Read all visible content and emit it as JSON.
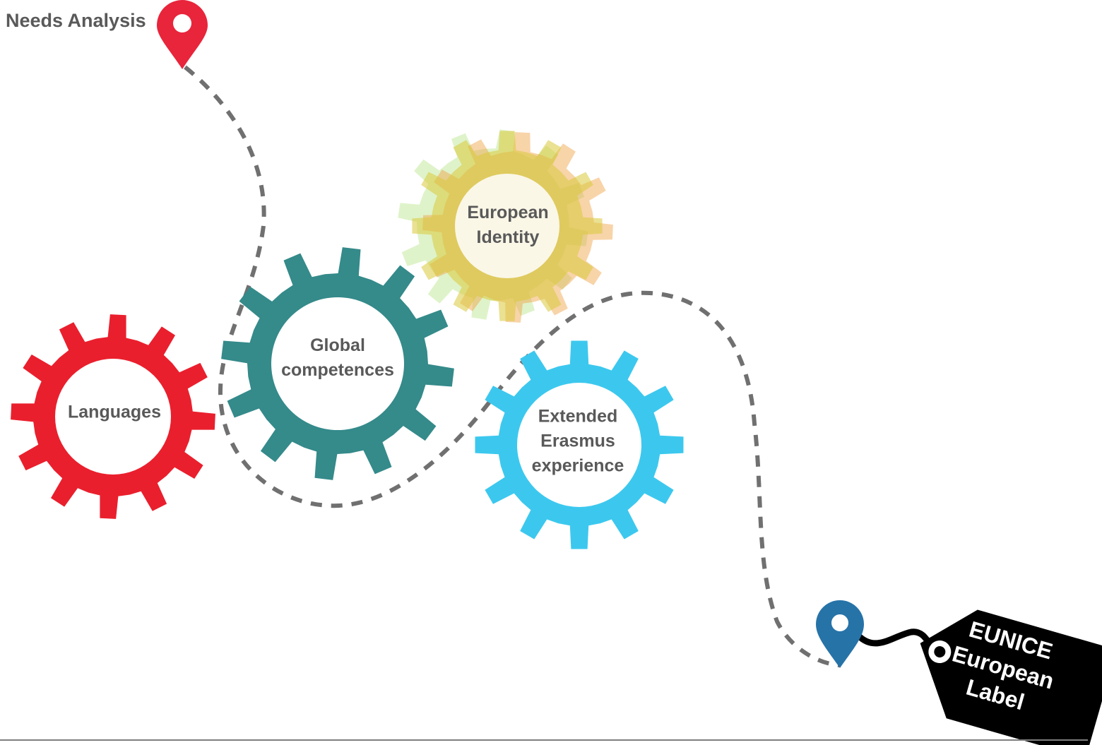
{
  "start_marker": {
    "label": "Needs Analysis",
    "color": "#e8253b",
    "icon": "map-pin-icon"
  },
  "end_marker": {
    "color": "#2673a8",
    "icon": "map-pin-icon"
  },
  "gears": [
    {
      "id": "languages",
      "lines": [
        "Languages"
      ],
      "color": "#ea1f2d"
    },
    {
      "id": "global-competences",
      "lines": [
        "Global",
        "competences"
      ],
      "color": "#358a8a"
    },
    {
      "id": "european-identity",
      "lines": [
        "European",
        "Identity"
      ],
      "color": "#d9c83a"
    },
    {
      "id": "extended-erasmus",
      "lines": [
        "Extended",
        "Erasmus",
        "experience"
      ],
      "color": "#3cc8ee"
    }
  ],
  "tag": {
    "lines": [
      "EUNICE",
      "European",
      "Label"
    ],
    "color": "#000000",
    "icon": "price-tag-icon"
  },
  "path": {
    "style": "dashed",
    "color": "#707070"
  }
}
